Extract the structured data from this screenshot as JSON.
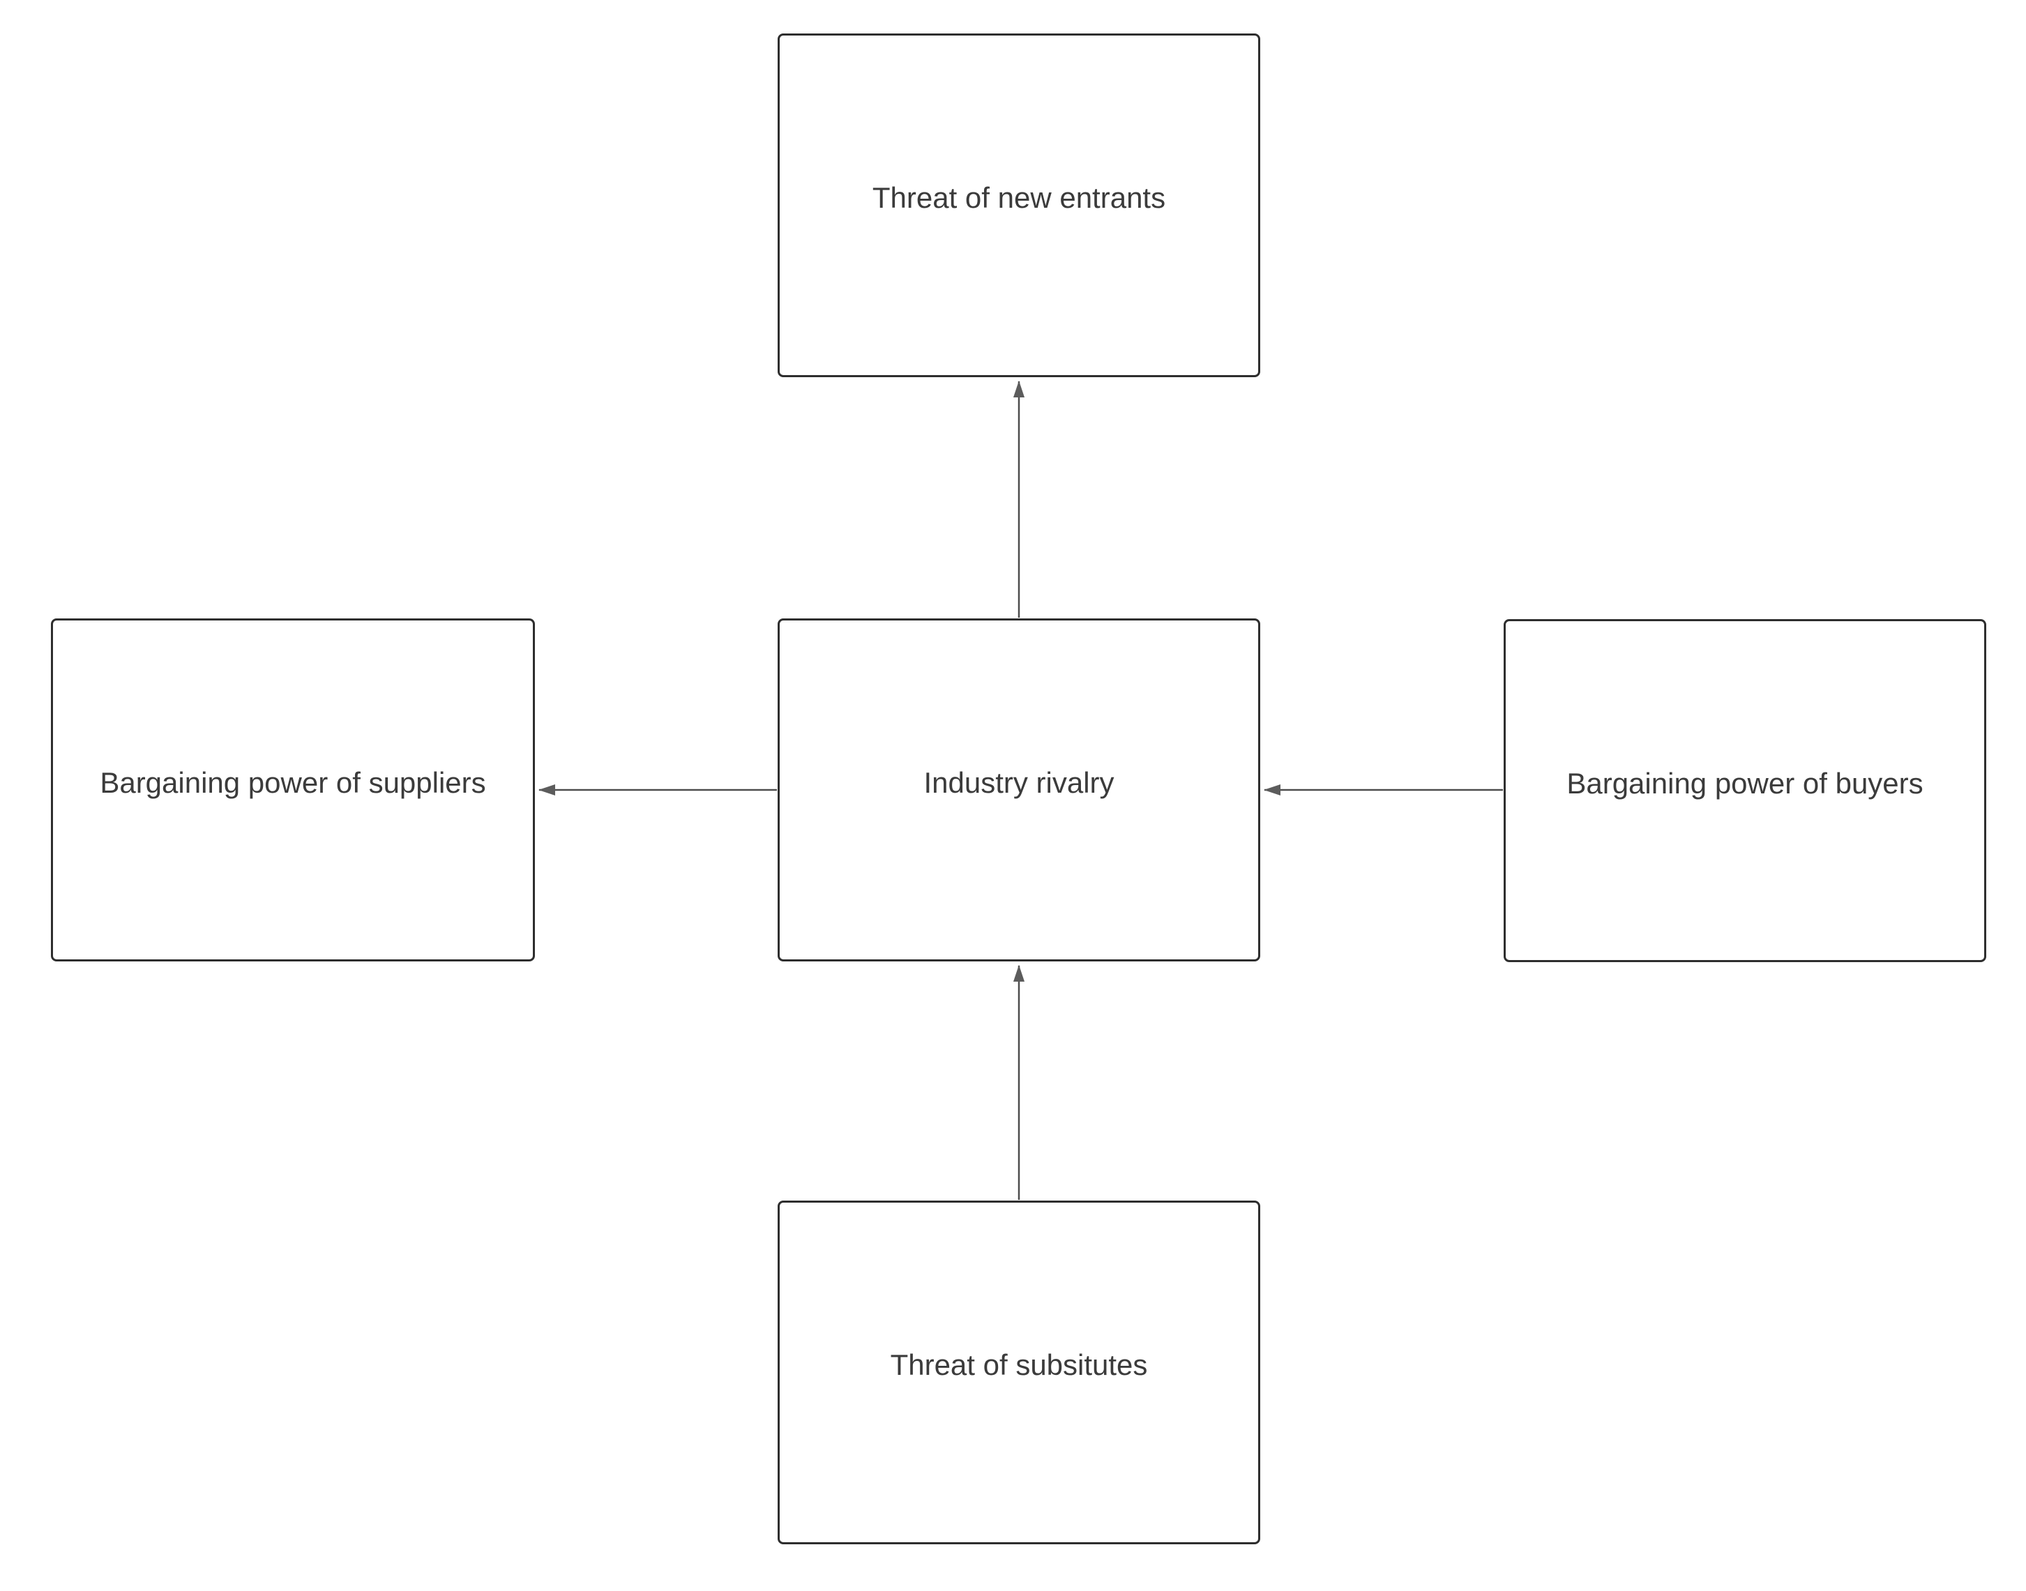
{
  "diagram": {
    "type": "five-forces-diagram",
    "colors": {
      "background": "#ffffff",
      "box_fill": "#ffffff",
      "box_border": "#2e2e2e",
      "text_color": "#3b3b3b",
      "connector_color": "#4d4d4d",
      "arrowhead_color": "#5c5c5c"
    },
    "nodes": {
      "threat_of_new_entrants": {
        "label": "Threat of new entrants"
      },
      "bargaining_power_of_suppliers": {
        "label": "Bargaining power of suppliers"
      },
      "industry_rivalry": {
        "label": "Industry rivalry"
      },
      "bargaining_power_of_buyers": {
        "label": "Bargaining power of buyers"
      },
      "threat_of_substitutes": {
        "label": "Threat of subsitutes"
      }
    },
    "edges": [
      {
        "from": "Industry rivalry",
        "to": "Threat of new entrants",
        "arrowhead_at": "to",
        "direction": "up"
      },
      {
        "from": "Industry rivalry",
        "to": "Bargaining power of suppliers",
        "arrowhead_at": "to",
        "direction": "left"
      },
      {
        "from": "Bargaining power of buyers",
        "to": "Industry rivalry",
        "arrowhead_at": "to",
        "direction": "left"
      },
      {
        "from": "Threat of subsitutes",
        "to": "Industry rivalry",
        "arrowhead_at": "to",
        "direction": "up"
      }
    ]
  }
}
